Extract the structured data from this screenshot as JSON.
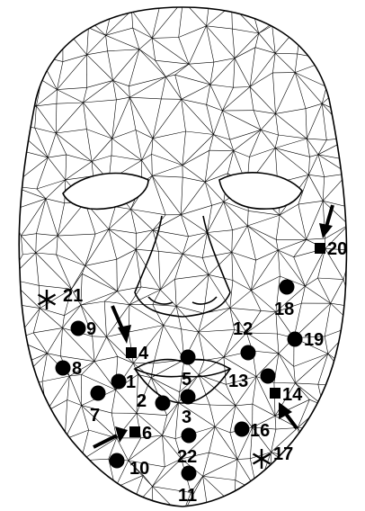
{
  "landmarks": [
    {
      "id": "lm-1",
      "label": "1",
      "marker": "dot"
    },
    {
      "id": "lm-2",
      "label": "2",
      "marker": "dot"
    },
    {
      "id": "lm-3",
      "label": "3",
      "marker": "dot"
    },
    {
      "id": "lm-4",
      "label": "4",
      "marker": "square"
    },
    {
      "id": "lm-5",
      "label": "5",
      "marker": "dot"
    },
    {
      "id": "lm-6",
      "label": "6",
      "marker": "square"
    },
    {
      "id": "lm-7",
      "label": "7",
      "marker": "dot"
    },
    {
      "id": "lm-8",
      "label": "8",
      "marker": "dot"
    },
    {
      "id": "lm-9",
      "label": "9",
      "marker": "dot"
    },
    {
      "id": "lm-10",
      "label": "10",
      "marker": "dot"
    },
    {
      "id": "lm-11",
      "label": "11",
      "marker": "dot"
    },
    {
      "id": "lm-12",
      "label": "12",
      "marker": "dot"
    },
    {
      "id": "lm-13",
      "label": "13",
      "marker": "dot"
    },
    {
      "id": "lm-14",
      "label": "14",
      "marker": "square"
    },
    {
      "id": "lm-16",
      "label": "16",
      "marker": "dot"
    },
    {
      "id": "lm-17",
      "label": "17",
      "marker": "asterisk"
    },
    {
      "id": "lm-18",
      "label": "18",
      "marker": "dot"
    },
    {
      "id": "lm-19",
      "label": "19",
      "marker": "dot"
    },
    {
      "id": "lm-20",
      "label": "20",
      "marker": "square"
    },
    {
      "id": "lm-21",
      "label": "21",
      "marker": "asterisk"
    },
    {
      "id": "lm-22",
      "label": "22",
      "marker": "dot"
    }
  ],
  "colors": {
    "ink": "#000000",
    "background": "#ffffff"
  }
}
